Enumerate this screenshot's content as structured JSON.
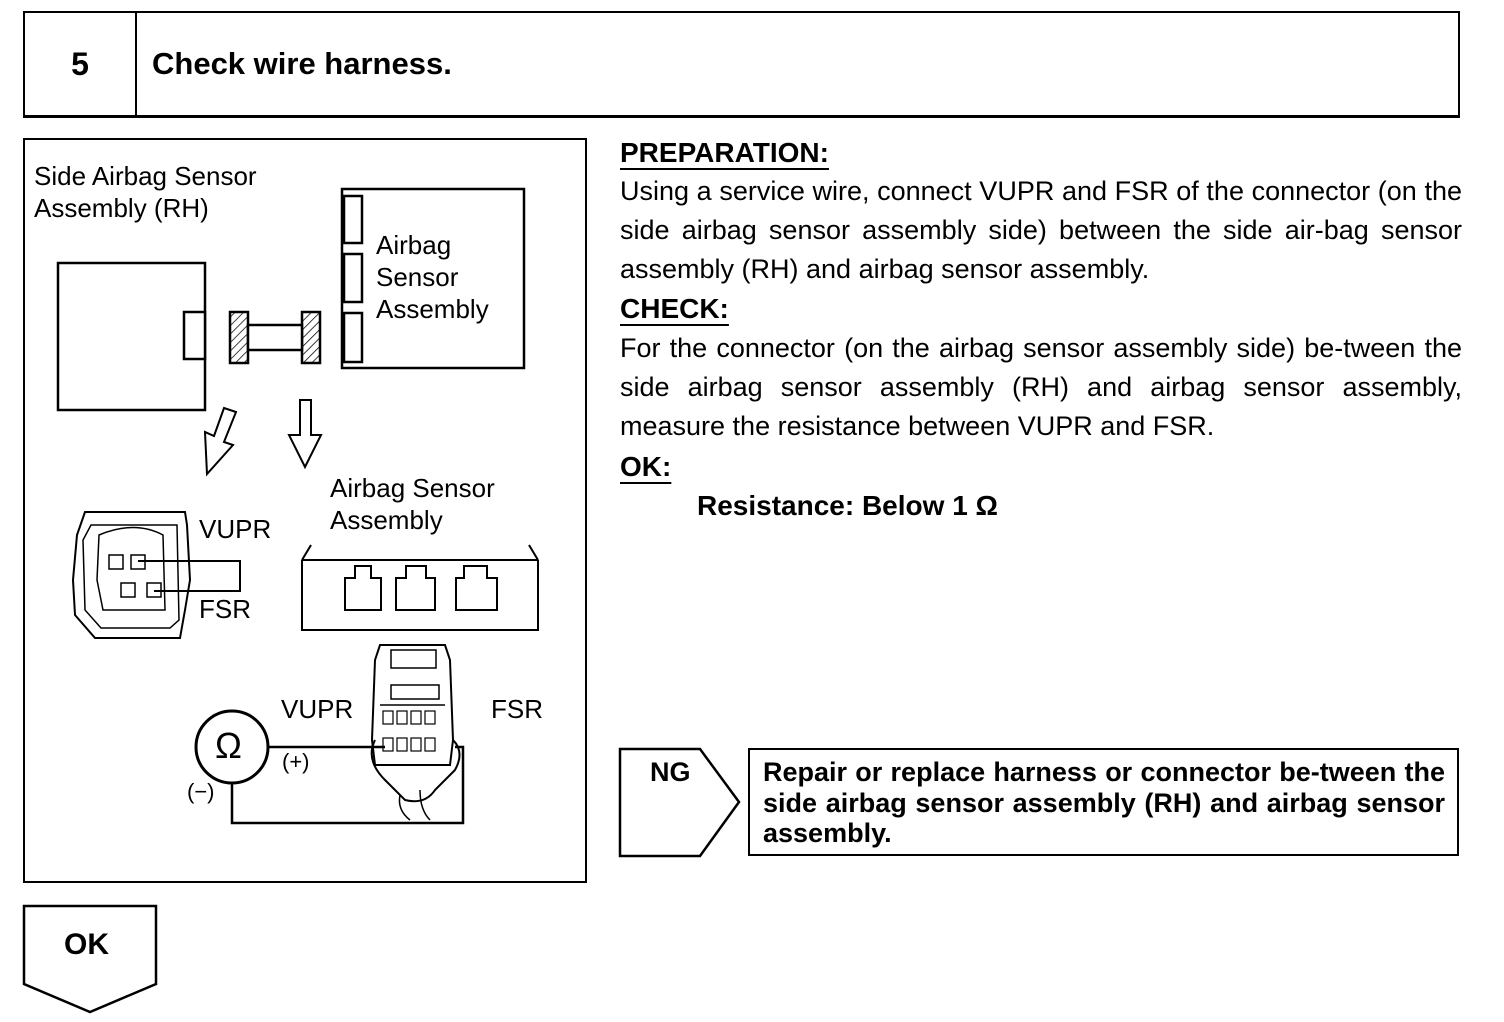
{
  "step": {
    "number": "5",
    "title": "Check wire harness."
  },
  "diagram": {
    "side_sensor_label_1": "Side Airbag Sensor",
    "side_sensor_label_2": "Assembly (RH)",
    "airbag_sensor_label_1": "Airbag",
    "airbag_sensor_label_2": "Sensor",
    "airbag_sensor_label_3": "Assembly",
    "connector_vupr": "VUPR",
    "connector_fsr": "FSR",
    "airbag_sensor_connector_label_1": "Airbag Sensor",
    "airbag_sensor_connector_label_2": "Assembly",
    "meter_vupr": "VUPR",
    "meter_fsr": "FSR",
    "ohm_symbol": "Ω",
    "plus_lead": "(+)",
    "minus_lead": "(−)"
  },
  "preparation": {
    "heading": "PREPARATION:",
    "text": "Using a service wire, connect VUPR and FSR of the connector (on the side airbag sensor assembly side) between the side air-bag sensor assembly (RH) and airbag sensor assembly."
  },
  "check": {
    "heading": "CHECK:",
    "text": "For the connector (on the airbag sensor assembly side) be-tween the side airbag sensor assembly (RH) and airbag sensor assembly, measure the resistance between VUPR and FSR."
  },
  "ok_spec": {
    "heading": "OK:",
    "text": "Resistance: Below 1 Ω"
  },
  "ng": {
    "label": "NG",
    "action": "Repair or replace harness or connector be-tween the side airbag sensor assembly (RH) and airbag sensor assembly."
  },
  "ok_next": {
    "label": "OK"
  }
}
